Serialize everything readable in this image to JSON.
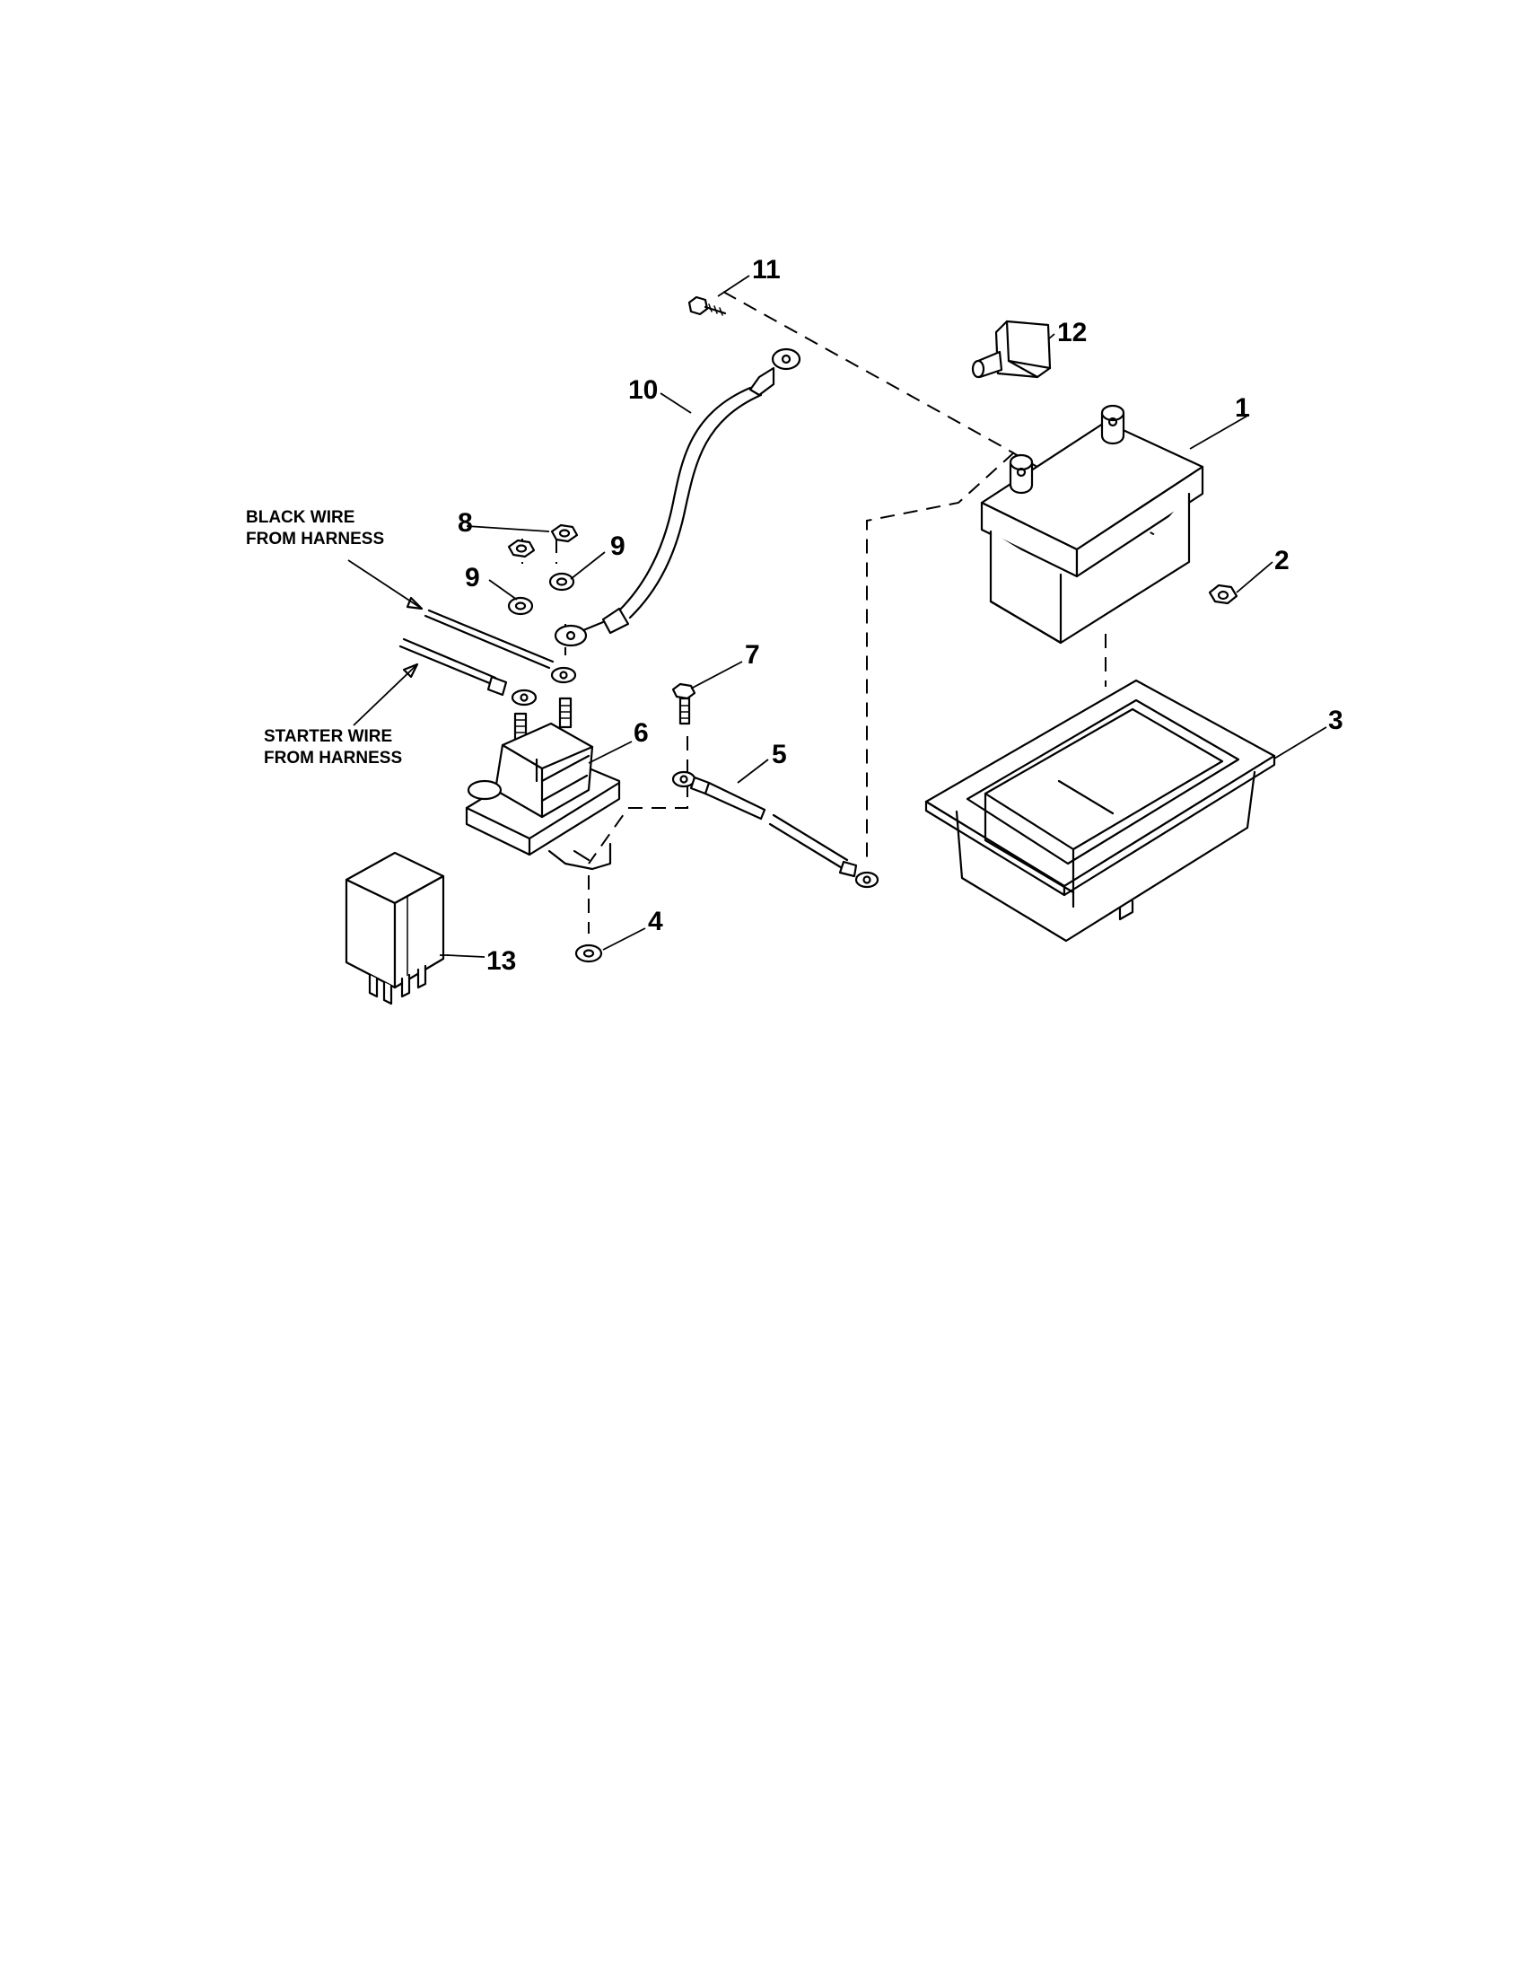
{
  "callouts": {
    "c1": "1",
    "c2": "2",
    "c3": "3",
    "c4": "4",
    "c5": "5",
    "c6": "6",
    "c7": "7",
    "c8": "8",
    "c9a": "9",
    "c9b": "9",
    "c10": "10",
    "c11": "11",
    "c12": "12",
    "c13": "13"
  },
  "notes": {
    "black_wire_line1": "BLACK WIRE",
    "black_wire_line2": "FROM HARNESS",
    "starter_wire_line1": "STARTER WIRE",
    "starter_wire_line2": "FROM HARNESS"
  }
}
